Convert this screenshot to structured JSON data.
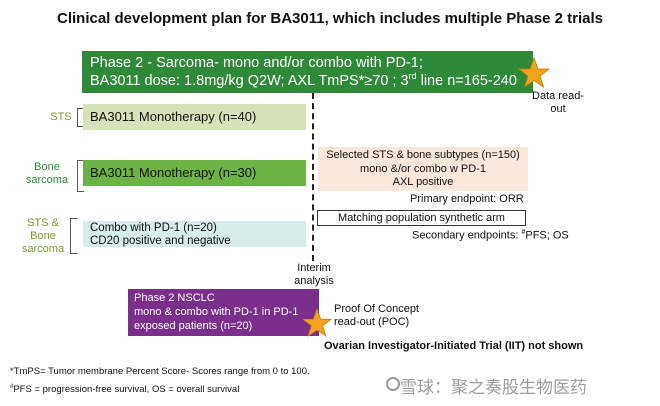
{
  "title": "Clinical development plan for BA3011, which includes multiple Phase 2 trials",
  "phase2_sarcoma": {
    "line1": "Phase 2 -  Sarcoma- mono and/or combo with PD-1;",
    "line2_main": "BA3011 dose: 1.8mg/kg Q2W; AXL TmPS*≥70 ; 3",
    "line2_sup": "rd",
    "line2_tail": " line  n=165-240"
  },
  "data_readout": "Data read-out",
  "arms": [
    {
      "side_label": "STS",
      "box_text": "BA3011 Monotherapy (n=40)"
    },
    {
      "side_label": "Bone sarcoma",
      "box_text": "BA3011 Monotherapy (n=30)"
    },
    {
      "side_label": "STS & Bone sarcoma",
      "box_line1": "Combo with PD-1 (n=20)",
      "box_line2": "CD20 positive  and  negative"
    }
  ],
  "selected_subtypes": {
    "line1": "Selected STS & bone subtypes (n=150)",
    "line2": "mono &/or combo w PD-1",
    "line3": "AXL positive"
  },
  "primary_endpoint": "Primary endpoint:  ORR",
  "matching_arm": "Matching population synthetic arm",
  "secondary_endpoint": {
    "prefix": "Secondary endpoints:  ",
    "sup": "#",
    "tail": "PFS; OS"
  },
  "interim_analysis": "Interim analysis",
  "nsclc": {
    "line1": "Phase 2 NSCLC",
    "line2": "mono & combo with PD-1 in PD-1",
    "line3": "exposed patients  (n=20)"
  },
  "poc": "Proof Of Concept read-out (POC)",
  "ovarian_note": "Ovarian Investigator-Initiated  Trial (IIT) not shown",
  "footnotes": {
    "fn1": "*TmPS= Tumor membrane Percent Score- Scores range from 0 to 100.",
    "fn2_sup": "#",
    "fn2": "PFS = progression-free survival, OS = overall survival"
  },
  "watermark": "雪球：聚之奏股生物医药",
  "colors": {
    "phase2_green": "#2f8a37",
    "arm_light_green": "#d6e2b9",
    "arm_mid_green": "#6cb345",
    "arm_light_blue": "#d9ecec",
    "selected_peach": "#f9e7dc",
    "nsclc_purple": "#7b2e8c",
    "star_orange": "#f3a21b"
  },
  "icons": [
    "star-icon",
    "star-icon",
    "watermark-logo-icon"
  ]
}
